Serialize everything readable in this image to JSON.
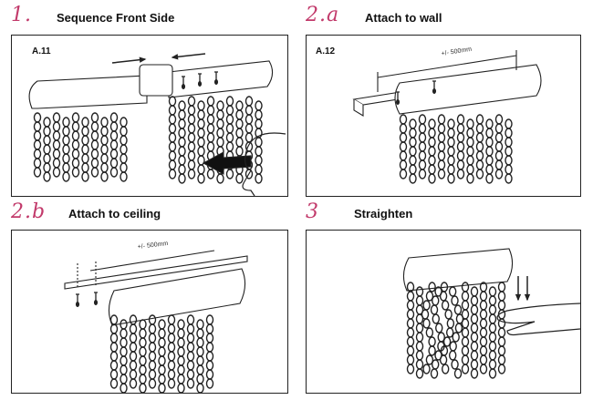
{
  "steps": [
    {
      "number": "1.",
      "title": "Sequence Front Side",
      "panel_label": "A.11"
    },
    {
      "number": "2.a",
      "title": "Attach to wall",
      "panel_label": "A.12",
      "dimension": "+/- 500mm"
    },
    {
      "number": "2.b",
      "title": "Attach to ceiling",
      "dimension": "+/- 500mm"
    },
    {
      "number": "3",
      "title": "Straighten"
    }
  ],
  "colors": {
    "accent": "#c23a6b",
    "line": "#222222"
  },
  "icons": [
    "arrow-icon",
    "hand-icon",
    "screw-icon",
    "chain-curtain"
  ]
}
